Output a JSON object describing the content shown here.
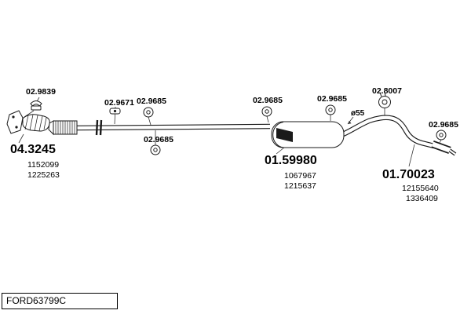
{
  "diagram": {
    "code": "FORD63799C",
    "pipe_diameter_note": "ø55",
    "part_labels": [
      {
        "number": "02.9839",
        "icon": "clamp-icon"
      },
      {
        "number": "02.9671",
        "icon": "bracket-icon"
      },
      {
        "number": "02.9685",
        "icon": "rubber-mount-icon"
      },
      {
        "number": "02.9685",
        "icon": "rubber-mount-icon"
      },
      {
        "number": "02.9685",
        "icon": "rubber-mount-icon"
      },
      {
        "number": "02.9685",
        "icon": "rubber-mount-icon"
      },
      {
        "number": "02.8007",
        "icon": "band-clamp-icon"
      },
      {
        "number": "02.9685",
        "icon": "rubber-mount-icon"
      }
    ],
    "assemblies": [
      {
        "number": "04.3245",
        "oe_numbers": [
          "1152099",
          "1225263"
        ]
      },
      {
        "number": "01.59980",
        "oe_numbers": [
          "1067967",
          "1215637"
        ]
      },
      {
        "number": "01.70023",
        "oe_numbers": [
          "12155640",
          "1336409"
        ]
      }
    ]
  }
}
